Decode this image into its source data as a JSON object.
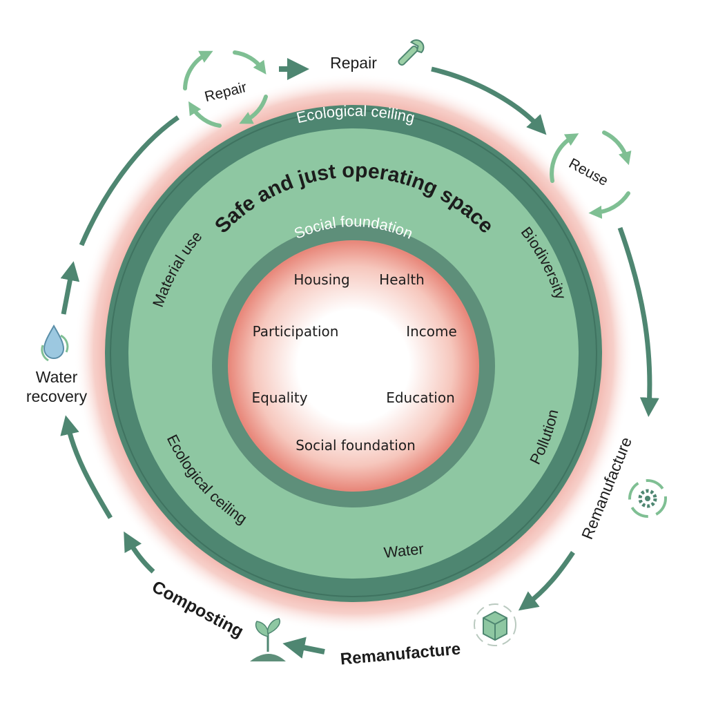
{
  "rings": {
    "ecological_ceiling_top": "Ecological ceiling",
    "safe_space": "Safe and just operating space",
    "social_foundation_top": "Social foundation"
  },
  "ecological_labels": {
    "material_use": "Material use",
    "biodiversity": "Biodiversity",
    "pollution": "Pollution",
    "water": "Water",
    "ecological_ceiling": "Ecological ceiling"
  },
  "social_labels": {
    "housing": "Housing",
    "health": "Health",
    "participation": "Participation",
    "income": "Income",
    "equality": "Equality",
    "education": "Education",
    "social_foundation": "Social foundation"
  },
  "cycle": {
    "repair_badge": "Repair",
    "repair": "Repair",
    "reuse": "Reuse",
    "remanufacture_right": "Remanufacture",
    "remanufacture_bottom": "Remanufacture",
    "composting": "Composting",
    "water_recovery_line1": "Water",
    "water_recovery_line2": "recovery"
  },
  "colors": {
    "dark_green": "#4e8671",
    "mid_green": "#5e8f7a",
    "light_green": "#8ec7a2",
    "red_glow": "#e9897d",
    "ring_text": "#ffffff"
  }
}
